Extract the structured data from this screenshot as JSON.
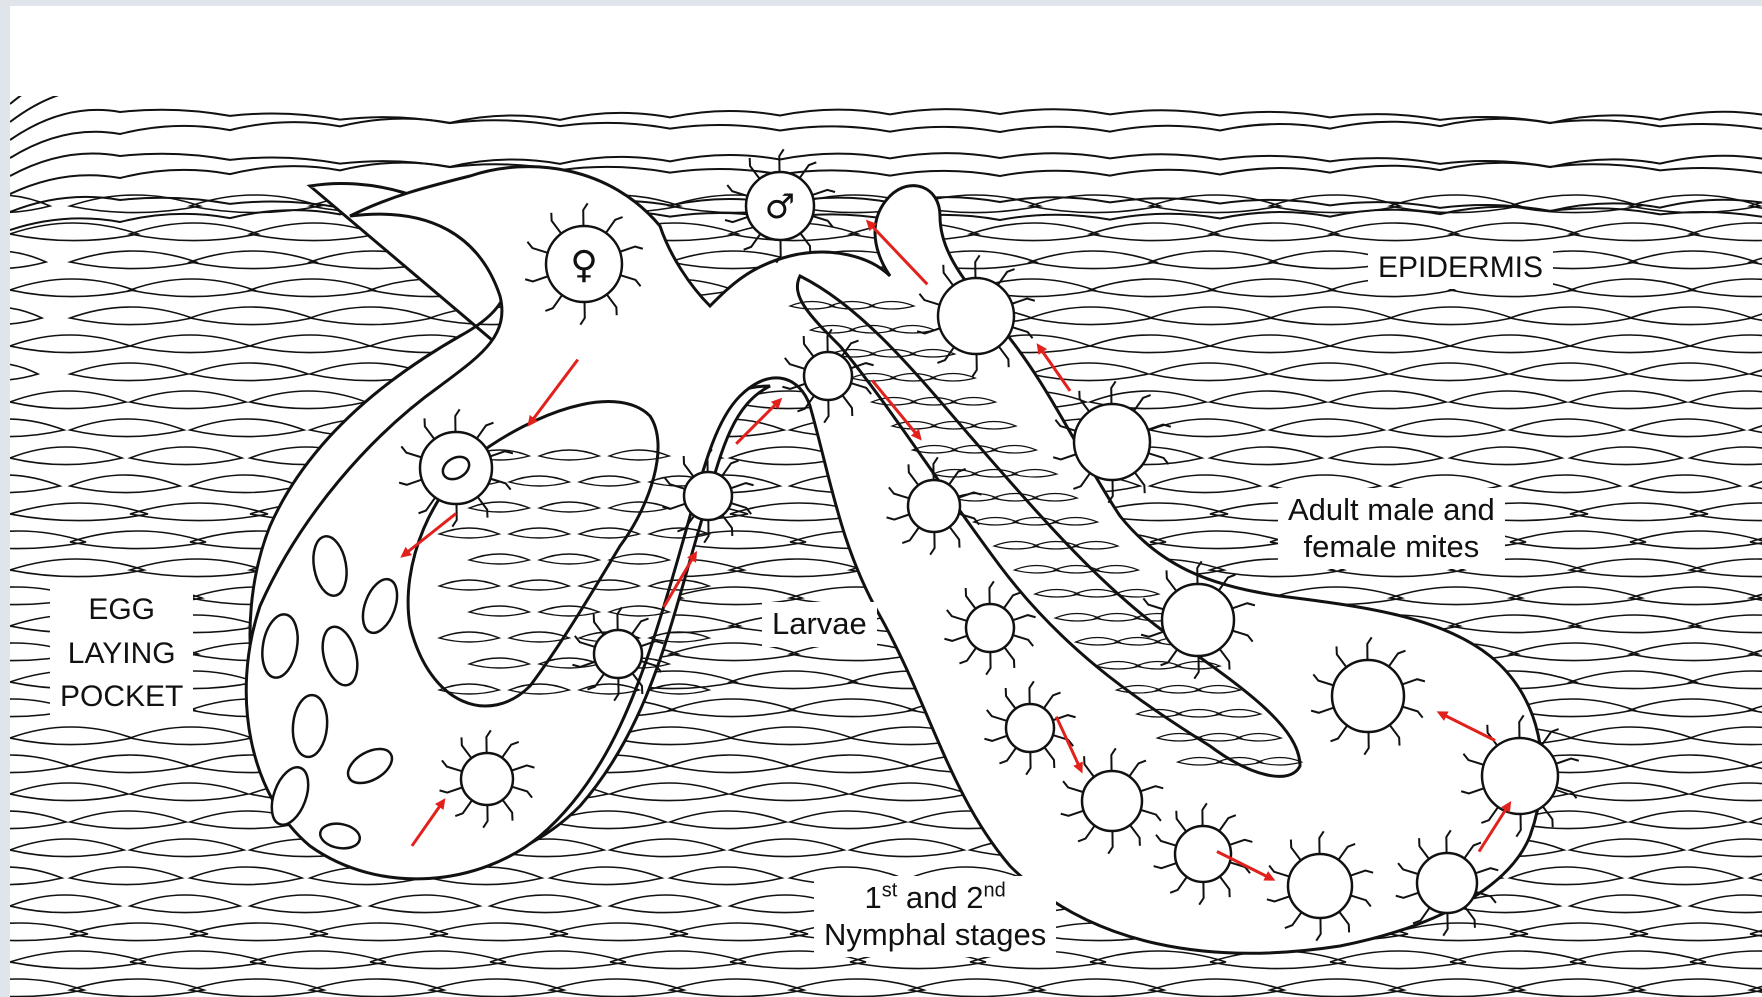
{
  "labels": {
    "epidermis": "EPIDERMIS",
    "adult_line1": "Adult male and",
    "adult_line2": "female mites",
    "egg_line1": "EGG",
    "egg_line2": "LAYING",
    "egg_line3": "POCKET",
    "larvae": "Larvae",
    "nymphal_n1": "1",
    "nymphal_sup1": "st",
    "nymphal_mid": " and 2",
    "nymphal_sup2": "nd",
    "nymphal_line2": "Nymphal stages",
    "female_symbol": "♀",
    "male_symbol": "♂"
  },
  "colors": {
    "arrow": "#e2211c",
    "ink": "#111111",
    "background": "#ffffff",
    "frame": "#dfe5ea"
  }
}
